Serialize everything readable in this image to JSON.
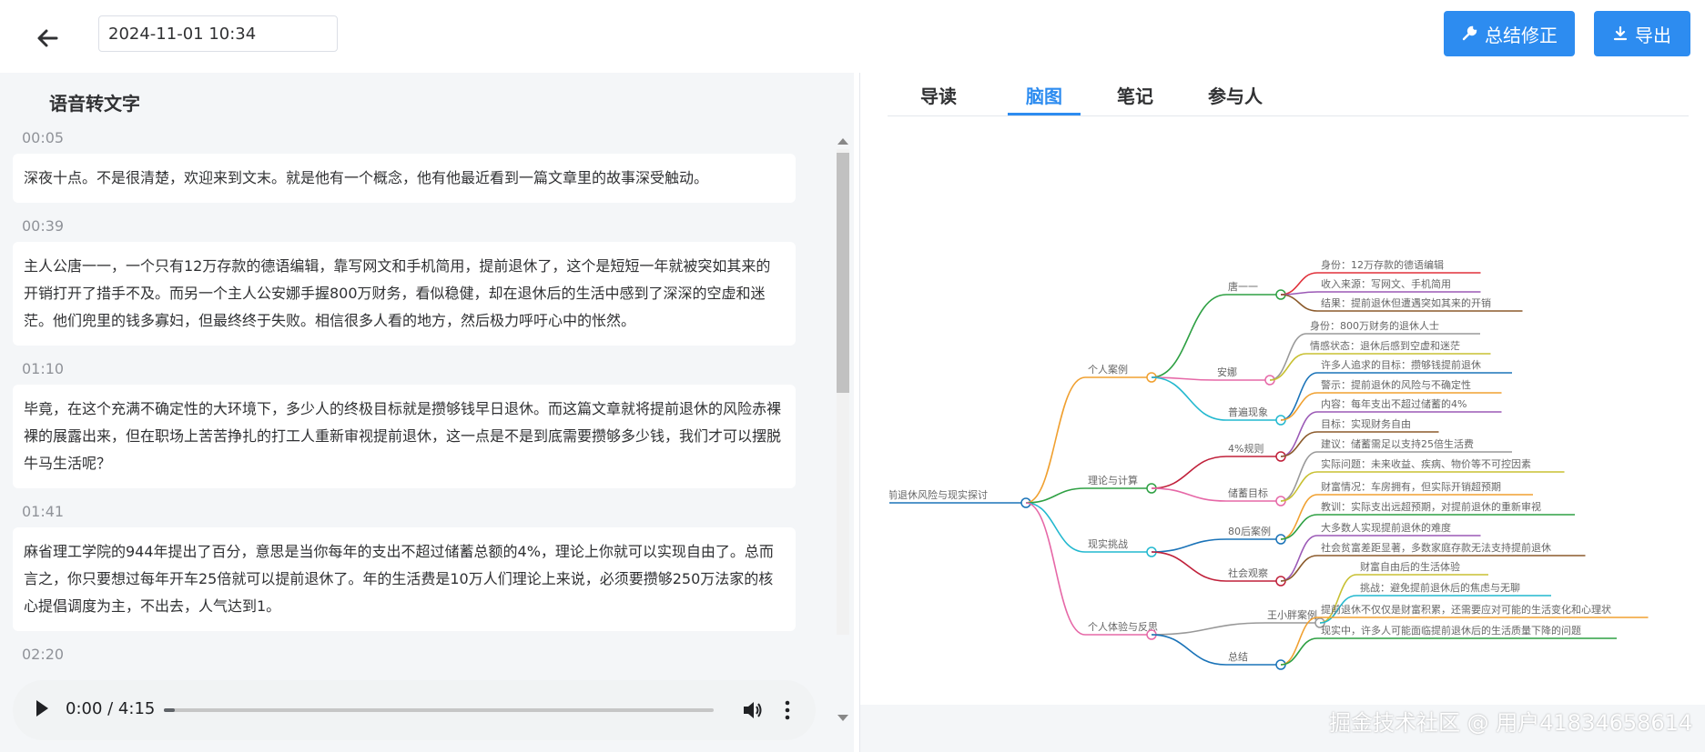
{
  "header": {
    "date_value": "2024-11-01 10:34",
    "summary_fix_label": "总结修正",
    "export_label": "导出"
  },
  "left": {
    "title": "语音转文字",
    "segments": [
      {
        "time": "00:05",
        "text": "深夜十点。不是很清楚，欢迎来到文末。就是他有一个概念，他有他最近看到一篇文章里的故事深受触动。"
      },
      {
        "time": "00:39",
        "text": "主人公唐一一，一个只有12万存款的德语编辑，靠写网文和手机简用，提前退休了，这个是短短一年就被突如其来的开销打开了措手不及。而另一个主人公安娜手握800万财务，看似稳健，却在退休后的生活中感到了深深的空虚和迷茫。他们兜里的钱多寡妇，但最终终于失败。相信很多人看的地方，然后极力呼吁心中的怅然。"
      },
      {
        "time": "01:10",
        "text": "毕竟，在这个充满不确定性的大环境下，多少人的终极目标就是攒够钱早日退休。而这篇文章就将提前退休的风险赤裸裸的展露出来，但在职场上苦苦挣扎的打工人重新审视提前退休，这一点是不是到底需要攒够多少钱，我们才可以摆脱牛马生活呢？"
      },
      {
        "time": "01:41",
        "text": "麻省理工学院的944年提出了百分，意思是当你每年的支出不超过储蓄总额的4%，理论上你就可以实现自由了。总而言之，你只要想过每年开车25倍就可以提前退休了。年的生活费是10万人们理论上来说，必须要攒够250万法家的核心提倡调度为主，不出去，人气达到1。"
      },
      {
        "time": "02:20",
        "text": ""
      }
    ]
  },
  "audio": {
    "time_display": "0:00 / 4:15",
    "progress": 0.02
  },
  "tabs": [
    "导读",
    "脑图",
    "笔记",
    "参与人"
  ],
  "active_tab": "脑图",
  "mindmap": {
    "root": "前退休风险与现实探讨",
    "branches": [
      {
        "label": "个人案例",
        "color": "#f0a030",
        "children": [
          {
            "label": "唐一一",
            "color": "#2ea043",
            "leaves": [
              {
                "text": "身份：12万存款的德语编辑",
                "color": "#e0303a"
              },
              {
                "text": "收入来源：写网文、手机简用",
                "color": "#9b59b6"
              },
              {
                "text": "结果：提前退休但遭遇突如其来的开销",
                "color": "#8b5a2b"
              }
            ]
          },
          {
            "label": "安娜",
            "color": "#e668a7",
            "leaves": [
              {
                "text": "身份：800万财务的退休人士",
                "color": "#999999"
              },
              {
                "text": "情感状态：退休后感到空虚和迷茫",
                "color": "#c8c032"
              }
            ]
          },
          {
            "label": "普遍现象",
            "color": "#22b8cf",
            "leaves": [
              {
                "text": "许多人追求的目标：攒够钱提前退休",
                "color": "#1a73b8"
              },
              {
                "text": "警示：提前退休的风险与不确定性",
                "color": "#f0a030"
              }
            ]
          }
        ]
      },
      {
        "label": "理论与计算",
        "color": "#2ea043",
        "children": [
          {
            "label": "4%规则",
            "color": "#c0203a",
            "leaves": [
              {
                "text": "内容：每年支出不超过储蓄的4%",
                "color": "#9b59b6"
              },
              {
                "text": "目标：实现财务自由",
                "color": "#8b5a2b"
              }
            ]
          },
          {
            "label": "储蓄目标",
            "color": "#e668a7",
            "leaves": [
              {
                "text": "建议：储蓄需足以支持25倍生活费",
                "color": "#999999"
              },
              {
                "text": "实际问题：未来收益、疾病、物价等不可控因素",
                "color": "#c8c032"
              }
            ]
          }
        ]
      },
      {
        "label": "现实挑战",
        "color": "#22b8cf",
        "children": [
          {
            "label": "80后案例",
            "color": "#1a73b8",
            "leaves": [
              {
                "text": "财富情况：车房拥有，但实际开销超预期",
                "color": "#f0a030"
              },
              {
                "text": "教训：实际支出远超预期，对提前退休的重新审视",
                "color": "#2ea043"
              }
            ]
          },
          {
            "label": "社会观察",
            "color": "#c0203a",
            "leaves": [
              {
                "text": "大多数人实现提前退休的难度",
                "color": "#9b59b6"
              },
              {
                "text": "社会贫富差距显著，多数家庭存款无法支持提前退休",
                "color": "#8b5a2b"
              }
            ]
          }
        ]
      },
      {
        "label": "个人体验与反思",
        "color": "#e668a7",
        "children": [
          {
            "label": "王小胖案例",
            "color": "#999999",
            "leaves": [
              {
                "text": "财富自由后的生活体验",
                "color": "#c8c032"
              },
              {
                "text": "挑战：避免提前退休后的焦虑与无聊",
                "color": "#22b8cf"
              }
            ]
          },
          {
            "label": "总结",
            "color": "#1a73b8",
            "leaves": [
              {
                "text": "提前退休不仅仅是财富积累，还需要应对可能的生活变化和心理状",
                "color": "#f0a030"
              },
              {
                "text": "现实中，许多人可能面临提前退休后的生活质量下降的问题",
                "color": "#2ea043"
              }
            ]
          }
        ]
      }
    ]
  },
  "watermark": "掘金技术社区 @ 用户41834658614",
  "colors": {
    "primary": "#2d8cf0",
    "panel_bg": "#f4f6f8",
    "root_line": "#1a73b8"
  }
}
